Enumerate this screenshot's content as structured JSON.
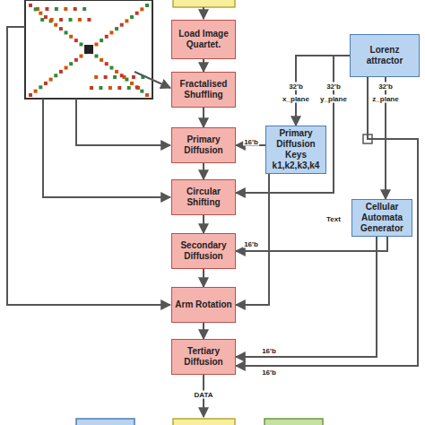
{
  "diagram": {
    "nodes": [
      {
        "text": [
          "Load Image Quartet."
        ]
      },
      {
        "text": [
          "Fractalised Shuffling"
        ]
      },
      {
        "text": [
          "Primary Diffusion"
        ]
      },
      {
        "text": [
          "Circular Shifting"
        ]
      },
      {
        "text": [
          "Secondary Diffusion"
        ]
      },
      {
        "text": [
          "Arm Rotation"
        ]
      },
      {
        "text": [
          "Tertiary Diffusion"
        ]
      },
      {
        "text": [
          "Lorenz attractor"
        ]
      },
      {
        "text": [
          "Primary Diffusion Keys k1,k2,k3,k4"
        ]
      },
      {
        "text": [
          "Cellular Automata Generator"
        ]
      }
    ],
    "edges": [
      {
        "from": 0,
        "to": 1,
        "arrow": "to"
      },
      {
        "from": 1,
        "to": 2,
        "arrow": "to"
      },
      {
        "from": 2,
        "to": 3,
        "arrow": "to"
      },
      {
        "from": 3,
        "to": 4,
        "arrow": "to"
      },
      {
        "from": 4,
        "to": 5,
        "arrow": "to"
      },
      {
        "from": 5,
        "to": 6,
        "arrow": "to"
      },
      {
        "from": 7,
        "to": 8,
        "arrow": "to"
      },
      {
        "from": 7,
        "to": 3,
        "arrow": "to"
      },
      {
        "from": 7,
        "to": 9,
        "arrow": "to"
      },
      {
        "from": 8,
        "to": 2,
        "label": "16'b",
        "arrow": "to"
      },
      {
        "from": 8,
        "to": 5,
        "arrow": "to"
      },
      {
        "from": 9,
        "to": 4,
        "label": "16'b",
        "arrow": "to"
      },
      {
        "from": 9,
        "to": 6,
        "label": "16'b",
        "arrow": "to"
      },
      {
        "from": 7,
        "to": 6,
        "label": "16'b",
        "arrow": "to"
      }
    ],
    "labels": [
      "32'b",
      "32'b",
      "32'b",
      "x_plane",
      "y_plane",
      "z_plane",
      "Text",
      "DATA"
    ]
  }
}
